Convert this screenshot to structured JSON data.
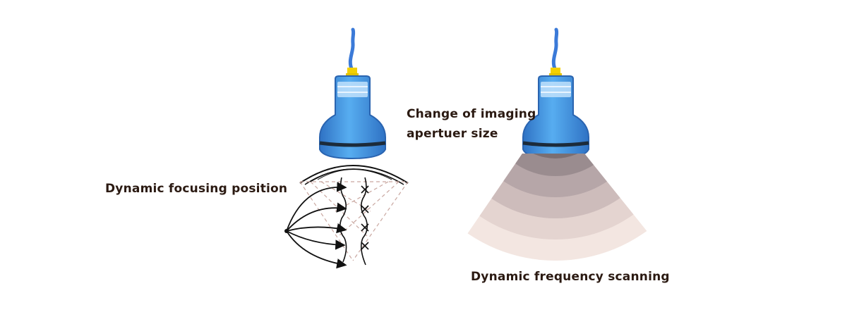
{
  "labels": {
    "focusing": "Dynamic focusing position",
    "aperture_line1": "Change of imaging",
    "aperture_line2": "apertuer size",
    "frequency": "Dynamic frequency scanning"
  },
  "colors": {
    "probe_fill": "#4a9fe6",
    "probe_dark": "#2f72c4",
    "probe_light": "#bfe0fb",
    "cable": "#3b7ad8",
    "connector": "#f3d000",
    "band": "#1c2b3a",
    "beam_dark": "#7b6e70",
    "beam_light": "#f3e6e1",
    "text": "#2b1a12"
  },
  "icons": [
    "ultrasound-probe-icon",
    "focus-arrows-icon",
    "beam-fan-icon"
  ]
}
